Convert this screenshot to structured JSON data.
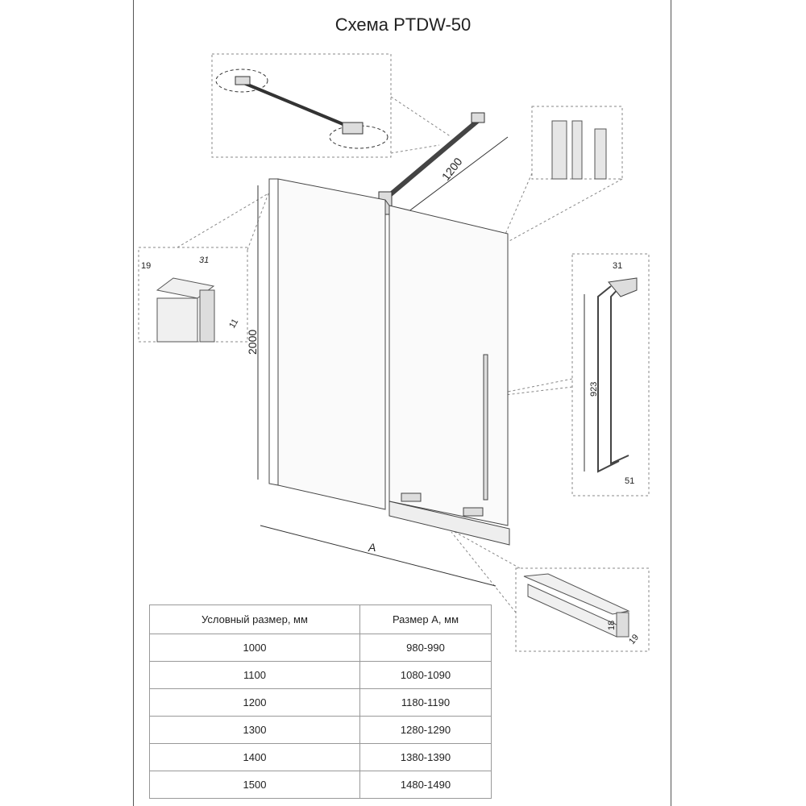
{
  "title": "Схема PTDW-50",
  "dimensions": {
    "height": "2000",
    "width_label": "A",
    "brace_length": "1200",
    "wall_profile": {
      "depth": "19",
      "width": "31",
      "gap": "11"
    },
    "handle": {
      "width": "31",
      "length": "923",
      "depth": "51"
    },
    "bottom_profile": {
      "height": "18",
      "depth": "19"
    }
  },
  "table": {
    "headers": [
      "Условный размер, мм",
      "Размер А, мм"
    ],
    "rows": [
      [
        "1000",
        "980-990"
      ],
      [
        "1100",
        "1080-1090"
      ],
      [
        "1200",
        "1180-1190"
      ],
      [
        "1300",
        "1280-1290"
      ],
      [
        "1400",
        "1380-1390"
      ],
      [
        "1500",
        "1480-1490"
      ]
    ]
  }
}
